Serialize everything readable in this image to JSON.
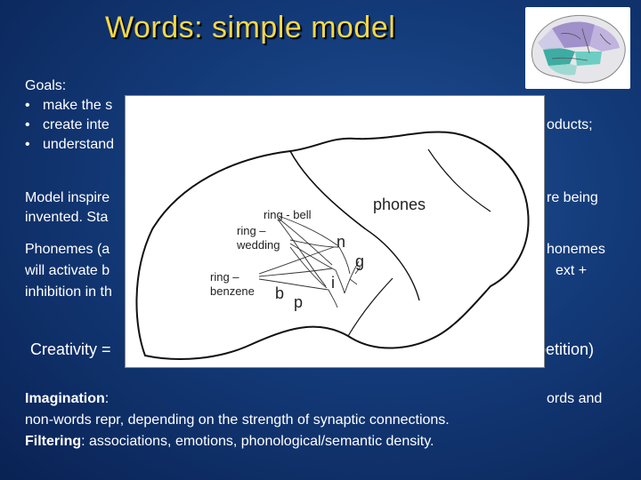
{
  "slide": {
    "title": "Words: simple model"
  },
  "goals": {
    "heading": "Goals:",
    "items": [
      "make the s",
      "create inte",
      "understand"
    ],
    "item2_tail": "oducts;"
  },
  "paragraphs": {
    "model_line1_start": "Model inspire",
    "model_line1_end": "re being",
    "model_line2_start": "invented. Sta",
    "phon_line1_start": "Phonemes (a",
    "phon_line1_end": "honemes",
    "phon_line2_start": "will activate b",
    "phon_line2_end": "ext +",
    "phon_line3_start": "inhibition in th",
    "creativity_start": "Creativity =",
    "creativity_end": "mpetition)",
    "imagination_label": "Imagination",
    "imagination_line1_start": ":",
    "imagination_line1_end": "ords and",
    "imagination_line2": "non-words repr, depending on the strength of synaptic connections.",
    "filtering_label": "Filtering",
    "filtering_text": ": associations, emotions, phonological/semantic density."
  },
  "diagram": {
    "labels": {
      "phones": "phones",
      "ring_bell": "ring - bell",
      "ring_wedding_1": "ring –",
      "ring_wedding_2": "wedding",
      "ring_benzene_1": "ring –",
      "ring_benzene_2": "benzene",
      "n": "n",
      "g": "g",
      "i": "i",
      "b": "b",
      "p": "p"
    }
  }
}
